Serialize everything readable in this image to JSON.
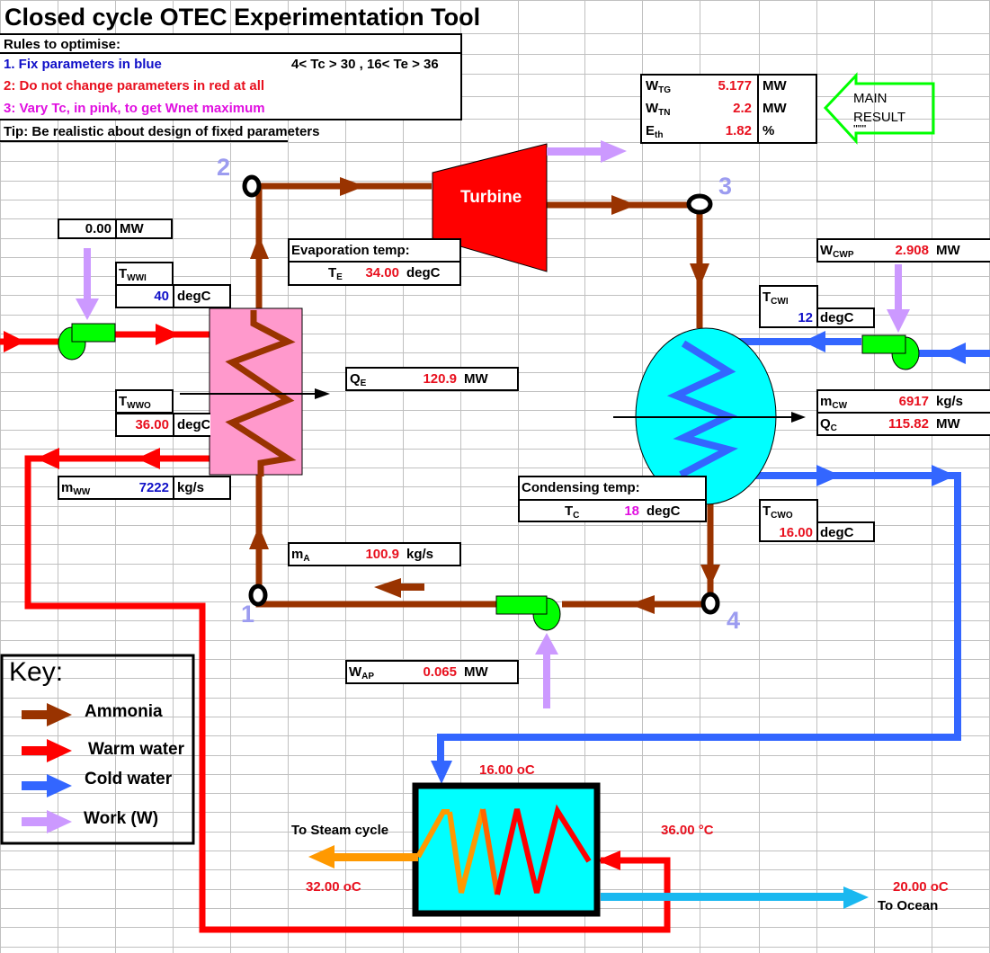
{
  "title": "Closed cycle OTEC Experimentation Tool",
  "rules": {
    "heading": "Rules to optimise:",
    "rule1": "1. Fix parameters in blue",
    "constraint": "4< Tc > 30 , 16< Te > 36",
    "rule2": "2: Do not change parameters in red at all",
    "rule3": "3: Vary Tc, in pink, to get Wnet maximum",
    "tip": "Tip: Be realistic about design of fixed parameters"
  },
  "main_result": {
    "label": "MAIN RESULT",
    "dots": "''''''",
    "rows": [
      {
        "sym": "W",
        "sub": "TG",
        "value": "5.177",
        "unit": "MW"
      },
      {
        "sym": "W",
        "sub": "TN",
        "value": "2.2",
        "unit": "MW"
      },
      {
        "sym": "E",
        "sub": "th",
        "value": "1.82",
        "unit": "%"
      }
    ]
  },
  "nodes": {
    "n1": "1",
    "n2": "2",
    "n3": "3",
    "n4": "4"
  },
  "turbine": {
    "label": "Turbine"
  },
  "warm_pump": {
    "value": "0.00",
    "unit": "MW"
  },
  "twwi": {
    "sym": "T",
    "sub": "WWI",
    "value": "40",
    "unit": "degC"
  },
  "twwo": {
    "sym": "T",
    "sub": "WWO",
    "value": "36.00",
    "unit": "degC"
  },
  "mww": {
    "sym": "m",
    "sub": "WW",
    "value": "7222",
    "unit": "kg/s"
  },
  "evaporation": {
    "heading": "Evaporation temp:",
    "sym": "T",
    "sub": "E",
    "value": "34.00",
    "unit": "degC"
  },
  "qe": {
    "sym": "Q",
    "sub": "E",
    "value": "120.9",
    "unit": "MW"
  },
  "wcwp": {
    "sym": "W",
    "sub": "CWP",
    "value": "2.908",
    "unit": "MW"
  },
  "tcwi": {
    "sym": "T",
    "sub": "CWI",
    "value": "12",
    "unit": "degC"
  },
  "mcw": {
    "sym": "m",
    "sub": "CW",
    "value": "6917",
    "unit": "kg/s"
  },
  "qc": {
    "sym": "Q",
    "sub": "C",
    "value": "115.82",
    "unit": "MW"
  },
  "condensing": {
    "heading": "Condensing temp:",
    "sym": "T",
    "sub": "C",
    "value": "18",
    "unit": "degC"
  },
  "tcwo": {
    "sym": "T",
    "sub": "CWO",
    "value": "16.00",
    "unit": "degC"
  },
  "ma": {
    "sym": "m",
    "sub": "A",
    "value": "100.9",
    "unit": "kg/s"
  },
  "wap": {
    "sym": "W",
    "sub": "AP",
    "value": "0.065",
    "unit": "MW"
  },
  "key": {
    "title": "Key:",
    "items": [
      {
        "label": "Ammonia",
        "color": "#993300"
      },
      {
        "label": "Warm water",
        "color": "#ff0000"
      },
      {
        "label": "Cold water",
        "color": "#3366ff"
      },
      {
        "label": "Work (W)",
        "color": "#cc99ff"
      }
    ]
  },
  "steam_hx": {
    "cold_in_temp": "16.00  oC",
    "warm_in_temp": "36.00 °C",
    "steam_label": "To Steam cycle",
    "steam_temp": "32.00  oC",
    "ocean_temp": "20.00  oC",
    "ocean_label": "To Ocean"
  },
  "colors": {
    "ammonia": "#993300",
    "warm": "#ff0000",
    "cold": "#3366ff",
    "work": "#cc99ff",
    "pump": "#00ff00",
    "evaporator": "#ff99cc",
    "condenser": "#00ffff",
    "turbine": "#ff0000",
    "ocean": "#1ab8f0",
    "steam": "#ff9900"
  }
}
